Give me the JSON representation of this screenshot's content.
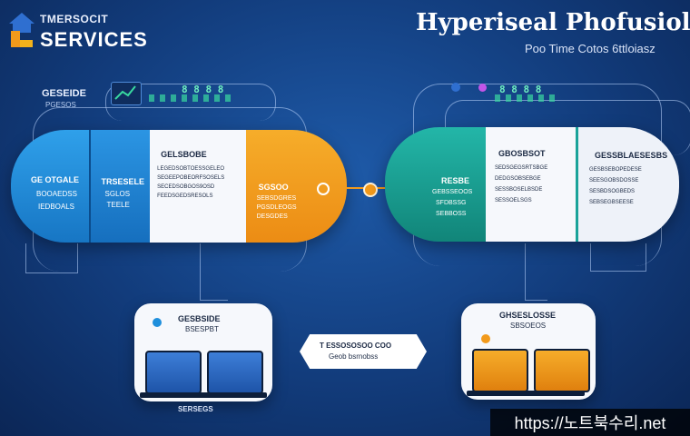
{
  "brand": {
    "top_text": "TMERSOCIT",
    "main_text": "SERVICES"
  },
  "header": {
    "title": "Hyperiseal Phofusiol",
    "subtitle": "Poo Time Cotos 6ttloiasz"
  },
  "chips": {
    "left_label": "GESEIDE",
    "left_sub": "PGESOS",
    "left_code": "8 8 8 8",
    "right_code": "8 8 8 8"
  },
  "left_panel": {
    "seg1": {
      "head": "GE OTGALE",
      "line1": "BOOAEDSS",
      "line2": "IEDBOALS"
    },
    "seg2": {
      "head": "TRSESELE",
      "line1": "SGLOS",
      "line2": "TEELE"
    },
    "seg3": {
      "head": "GELSBOBE",
      "lines": [
        "LEGEDSOBTOESSGELEO",
        "SEGEEPOBEORFSOSELS",
        "SECEDSOBGOS9OSD",
        "FEEDSGEDSRESOLS"
      ]
    },
    "seg4": {
      "head": "SGSOO",
      "lines": [
        "SEBSDGRES",
        "PGSDLEOGS",
        "DESGDES"
      ]
    }
  },
  "right_panel": {
    "seg1": {
      "head": "RESBE",
      "lines": [
        "GEBSSEOOS",
        "SFDBSSG",
        "SEBBOSS"
      ]
    },
    "seg2": {
      "head": "GBOSBSOT",
      "lines": [
        "SEDSGEGSRTSBGE",
        "DEDGSOBSEBGE",
        "SESSBOSELBSDE",
        "SESSOELSGS"
      ]
    },
    "seg3": {
      "head": "GESSBLAESESBS",
      "lines": [
        "GESBSEBOPEDESE",
        "SEESGOBSDOSSE",
        "SESBDSOGBEDS",
        "SEBSEGBSEESE"
      ]
    }
  },
  "left_card": {
    "title": "GESBSIDE",
    "subtitle": "BSESPBT",
    "footer": "SERSEGS"
  },
  "right_card": {
    "title": "GHSESLOSSE",
    "subtitle": "SBSOEOS"
  },
  "center_arrow": {
    "line1": "T ESSOSOSOO COO",
    "line2": "Geob bsrnobss"
  },
  "watermark": {
    "text": "https://노트북수리.net"
  },
  "colors": {
    "blue": "#1f8fdc",
    "orange": "#f29a1c",
    "teal": "#1aa39a",
    "white": "#f6f8fc",
    "navy": "#123c7c"
  }
}
